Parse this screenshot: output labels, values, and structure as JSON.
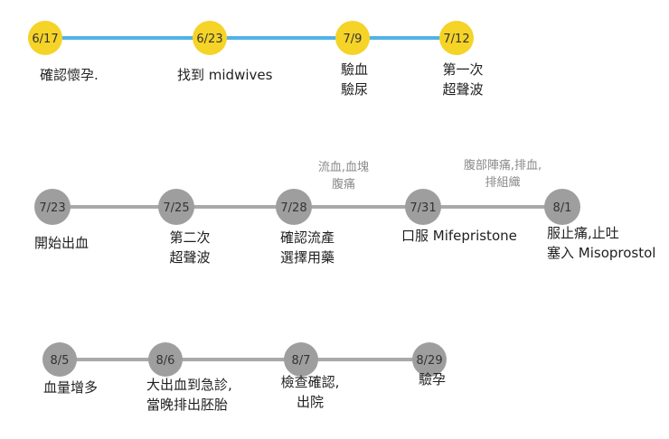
{
  "rows": [
    {
      "color": "#f5d327",
      "line_color": "#4fb3e6",
      "events": [
        {
          "date": "6/17",
          "lines": [
            "確認懷孕."
          ]
        },
        {
          "date": "6/23",
          "lines": [
            "找到 midwives"
          ]
        },
        {
          "date": "7/9",
          "lines": [
            "驗血",
            "驗尿"
          ]
        },
        {
          "date": "7/12",
          "lines": [
            "第一次",
            "超聲波"
          ]
        }
      ],
      "notes": []
    },
    {
      "color": "#9e9e9e",
      "line_color": "#a9a9a9",
      "events": [
        {
          "date": "7/23",
          "lines": [
            "開始出血"
          ]
        },
        {
          "date": "7/25",
          "lines": [
            "第二次",
            "超聲波"
          ]
        },
        {
          "date": "7/28",
          "lines": [
            "確認流產",
            "選擇用藥"
          ]
        },
        {
          "date": "7/31",
          "lines": [
            "口服 Mifepristone"
          ]
        },
        {
          "date": "8/1",
          "lines": [
            "服止痛,止吐",
            "塞入 Misoprostol"
          ]
        }
      ],
      "notes": [
        {
          "lines": [
            "流血,血塊",
            "腹痛"
          ]
        },
        {
          "lines": [
            "腹部陣痛,排血,",
            "排組織"
          ]
        }
      ]
    },
    {
      "color": "#9e9e9e",
      "line_color": "#a9a9a9",
      "events": [
        {
          "date": "8/5",
          "lines": [
            "血量增多"
          ]
        },
        {
          "date": "8/6",
          "lines": [
            "大出血到急診,",
            "當晚排出胚胎"
          ]
        },
        {
          "date": "8/7",
          "lines": [
            "檢查確認,",
            "出院"
          ]
        },
        {
          "date": "8/29",
          "lines": [
            "驗孕"
          ]
        }
      ],
      "notes": []
    }
  ]
}
